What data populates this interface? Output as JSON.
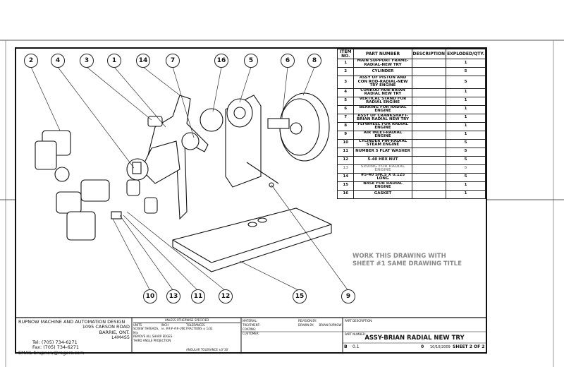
{
  "balloons": [
    "2",
    "4",
    "3",
    "1",
    "14",
    "7",
    "16",
    "5",
    "6",
    "8",
    "10",
    "13",
    "11",
    "12",
    "15",
    "9"
  ],
  "bom": {
    "headers": [
      "ITEM NO.",
      "PART NUMBER",
      "DESCRIPTION",
      "EXPLODED/QTY."
    ],
    "rows": [
      {
        "item": "1",
        "part": "MAIN SUPPORT FRAME-RADIAL-NEW TRY",
        "desc": "",
        "qty": "1"
      },
      {
        "item": "2",
        "part": "CYLINDER",
        "desc": "",
        "qty": "5"
      },
      {
        "item": "3",
        "part": "ASSY OF PISTON AND CON ROD-RADIAL-NEW TRY ENGINE",
        "desc": "",
        "qty": "5"
      },
      {
        "item": "4",
        "part": "CONROD HUB-BRIAN RADIAL NEW TRY",
        "desc": "",
        "qty": "1"
      },
      {
        "item": "5",
        "part": "VERTICAL STAND FOR RADIAL ENGINE",
        "desc": "",
        "qty": "1"
      },
      {
        "item": "6",
        "part": "BEARING FOR RADIAL ENGINE",
        "desc": "",
        "qty": "1"
      },
      {
        "item": "7",
        "part": "ASSY OF CRANKSHAFT-BRIAN RADIAL NEW TRY",
        "desc": "",
        "qty": "1"
      },
      {
        "item": "8",
        "part": "FLYWHEEL FOR RADIAL ENGINE",
        "desc": "",
        "qty": "1"
      },
      {
        "item": "9",
        "part": "AIR INLET-RADIAL ENGINE",
        "desc": "",
        "qty": "1"
      },
      {
        "item": "10",
        "part": "CYLINDER PIN-RADIAL STEAM ENGINE",
        "desc": "",
        "qty": "5"
      },
      {
        "item": "11",
        "part": "NUMBER 5 FLAT WASHER",
        "desc": "",
        "qty": "5"
      },
      {
        "item": "12",
        "part": "5-40 HEX NUT",
        "desc": "",
        "qty": "5"
      },
      {
        "item": "13",
        "part": "SPRING FOR RADIAL ENGINE",
        "desc": "",
        "qty": "5"
      },
      {
        "item": "14",
        "part": "#5-40 SHCS X 0.125 LONG",
        "desc": "",
        "qty": "5"
      },
      {
        "item": "15",
        "part": "BASE FOR RADIAL ENGINE",
        "desc": "",
        "qty": "1"
      },
      {
        "item": "16",
        "part": "GASKET",
        "desc": "",
        "qty": "1"
      }
    ]
  },
  "note": [
    "WORK THIS DRAWING WITH",
    "SHEET #1 SAME DRAWING TITLE"
  ],
  "company": {
    "name": "RUPNOW MACHINE AND AUTOMATION DESIGN",
    "address1": "1095 CARSON ROAD",
    "address2": "BARRIE, ONT.",
    "postal": "L4M4S5",
    "tel": "Tel: (705) 734-6271",
    "fax": "Fax: (705) 734-6271",
    "email": "EMAIL brupnow@rogers.com"
  },
  "tolerances": {
    "header": "UNLESS OTHERWISE SPECIFIED",
    "units_label": "UNITS",
    "units": "INCH",
    "screw": "SCREW THREADS, Min",
    "screw_val": "ie. ###-##-UNC",
    "fractions": "FRACTIONS ± 1/32",
    "remove": "REMOVE ALL SHARP EDGES",
    "projection": "THIRD ANGLE PROJECTION",
    "tol_label": "TOLERANCES",
    "angular": "ANGULAR TOLERANCE  ±0°30'"
  },
  "material": {
    "material": "MATERIAL:",
    "treatment": "TREATMENT:",
    "coating": "COATING:",
    "customer": "CUSTOMER:",
    "drawn_by_label": "DRAWN BY:",
    "drawn_by": "BRIAN RUPNOW",
    "revision": "REVISION BY:"
  },
  "title": {
    "part_desc_label": "PART DESCRIPTION:",
    "part_number_label": "PART NUMBER:",
    "part_number": "ASSY-BRIAN RADIAL NEW TRY",
    "size": "B",
    "scale": "0.1",
    "rev": "0",
    "date": "10/10/2009",
    "sheet": "SHEET 2 OF 2"
  }
}
